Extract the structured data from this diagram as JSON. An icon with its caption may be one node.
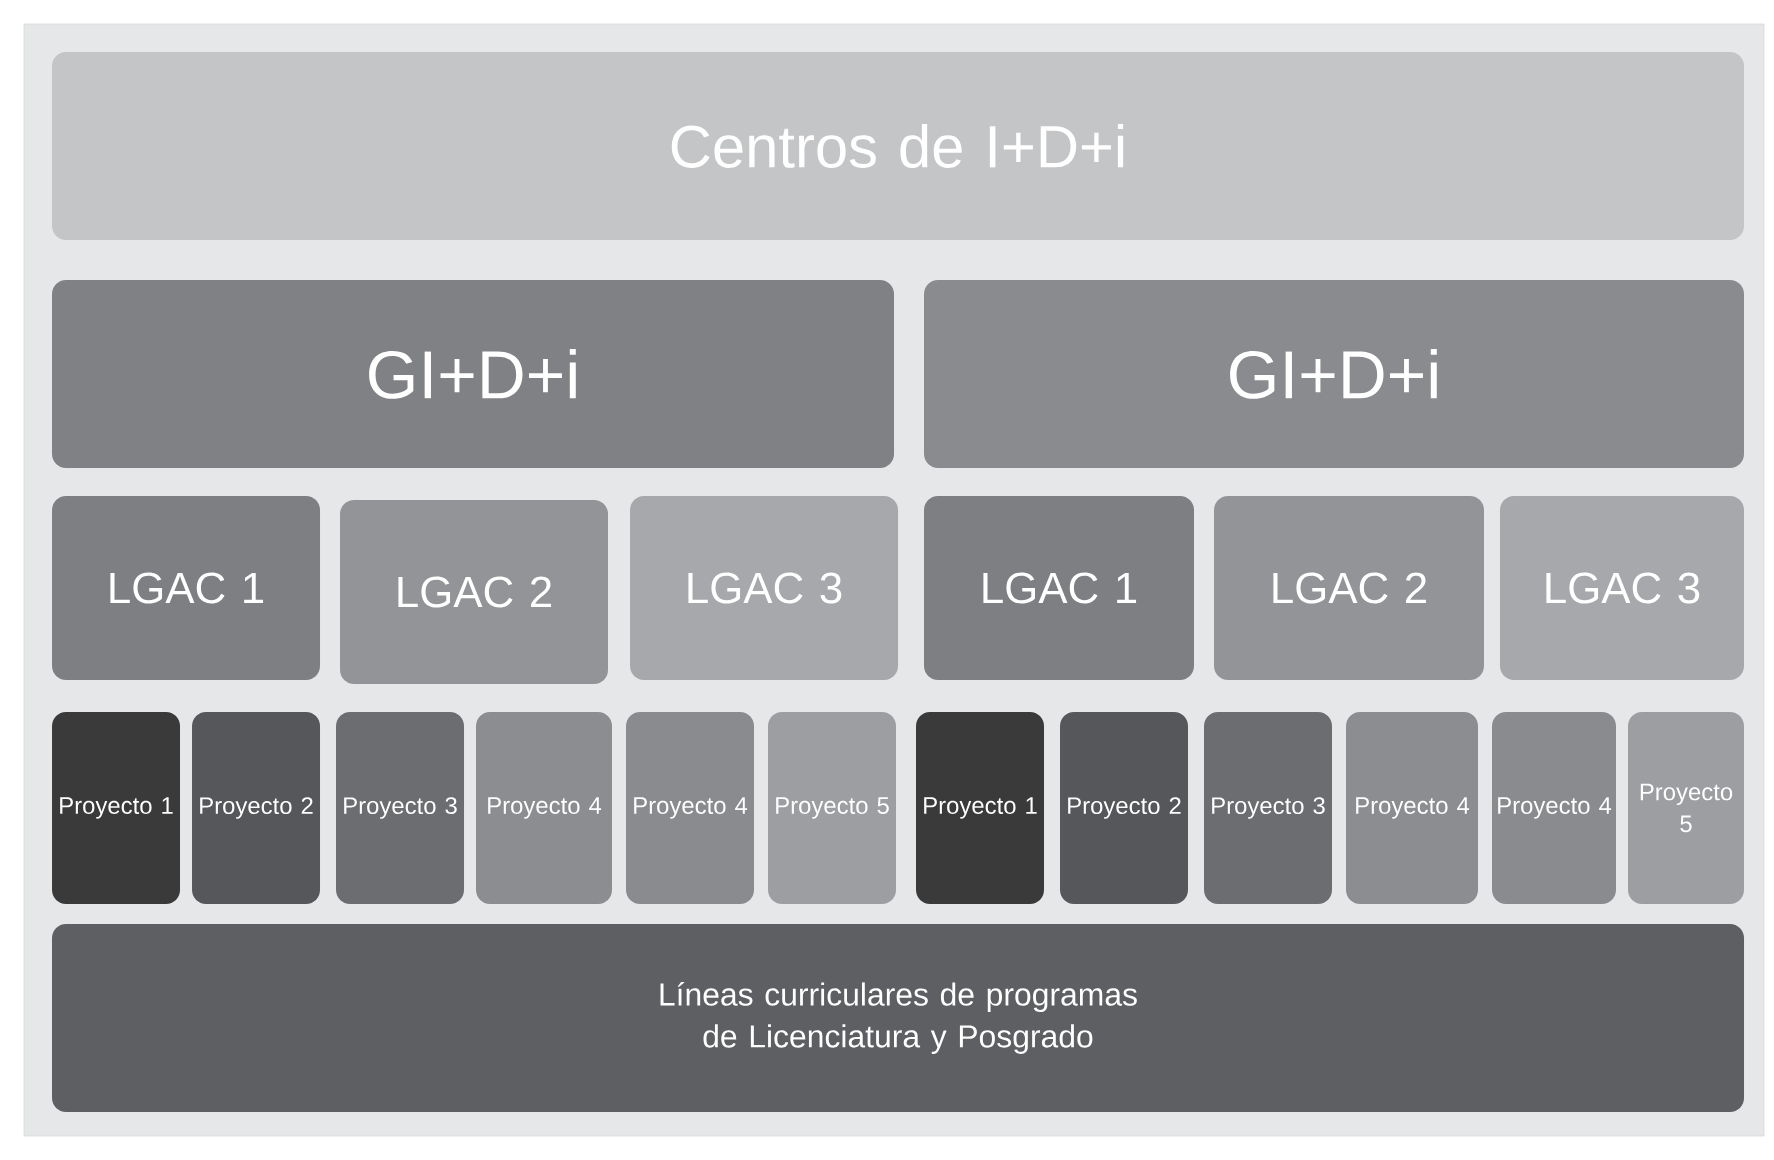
{
  "diagram": {
    "nodes": [
      {
        "text": [
          "Centros de I+D+i"
        ]
      },
      {
        "text": [
          "GI+D+i"
        ]
      },
      {
        "text": [
          "GI+D+i"
        ]
      },
      {
        "text": [
          "LGAC 1"
        ]
      },
      {
        "text": [
          "LGAC 2"
        ]
      },
      {
        "text": [
          "LGAC 3"
        ]
      },
      {
        "text": [
          "LGAC 1"
        ]
      },
      {
        "text": [
          "LGAC 2"
        ]
      },
      {
        "text": [
          "LGAC 3"
        ]
      },
      {
        "text": [
          "Proyecto 1"
        ]
      },
      {
        "text": [
          "Proyecto 2"
        ]
      },
      {
        "text": [
          "Proyecto 3"
        ]
      },
      {
        "text": [
          "Proyecto 4"
        ]
      },
      {
        "text": [
          "Proyecto 4"
        ]
      },
      {
        "text": [
          "Proyecto 5"
        ]
      },
      {
        "text": [
          "Proyecto 1"
        ]
      },
      {
        "text": [
          "Proyecto 2"
        ]
      },
      {
        "text": [
          "Proyecto 3"
        ]
      },
      {
        "text": [
          "Proyecto 4"
        ]
      },
      {
        "text": [
          "Proyecto 4"
        ]
      },
      {
        "text": [
          "Proyecto 5"
        ]
      },
      {
        "text": [
          "Líneas curriculares de programas de Licenciatura y Posgrado"
        ]
      }
    ]
  }
}
